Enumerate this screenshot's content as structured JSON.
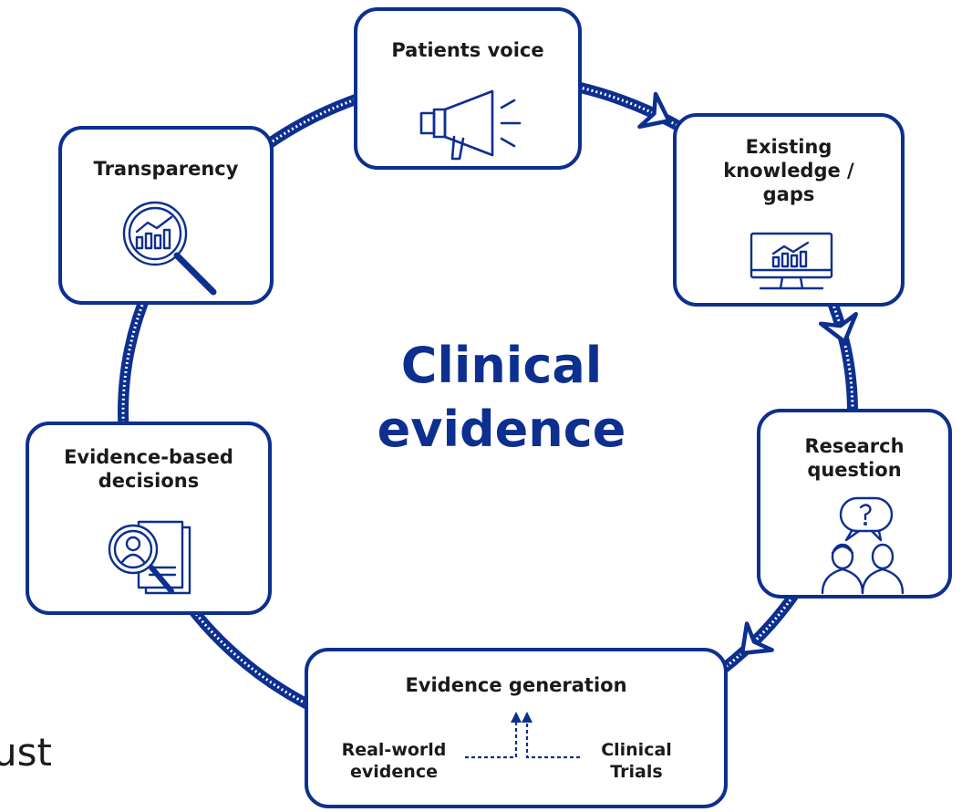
{
  "diagram": {
    "center_title_lines": [
      "Clinical",
      "evidence"
    ],
    "accent_color": "#0d2f8f",
    "cycle_direction": "clockwise",
    "nodes": {
      "patients_voice": {
        "title_lines": [
          "Patients voice"
        ],
        "icon": "megaphone-icon"
      },
      "existing_knowledge": {
        "title_lines": [
          "Existing",
          "knowledge /",
          "gaps"
        ],
        "icon": "monitor-chart-icon"
      },
      "research_question": {
        "title_lines": [
          "Research",
          "question"
        ],
        "icon": "people-question-icon"
      },
      "evidence_generation": {
        "title_lines": [
          "Evidence generation"
        ],
        "left_label_lines": [
          "Real-world",
          "evidence"
        ],
        "right_label_lines": [
          "Clinical",
          "Trials"
        ],
        "icon": "merge-arrows-icon"
      },
      "evidence_based_decisions": {
        "title_lines": [
          "Evidence-based",
          "decisions"
        ],
        "icon": "person-document-search-icon"
      },
      "transparency": {
        "title_lines": [
          "Transparency"
        ],
        "icon": "chart-magnifier-icon"
      }
    }
  },
  "cropped_text": "ust"
}
